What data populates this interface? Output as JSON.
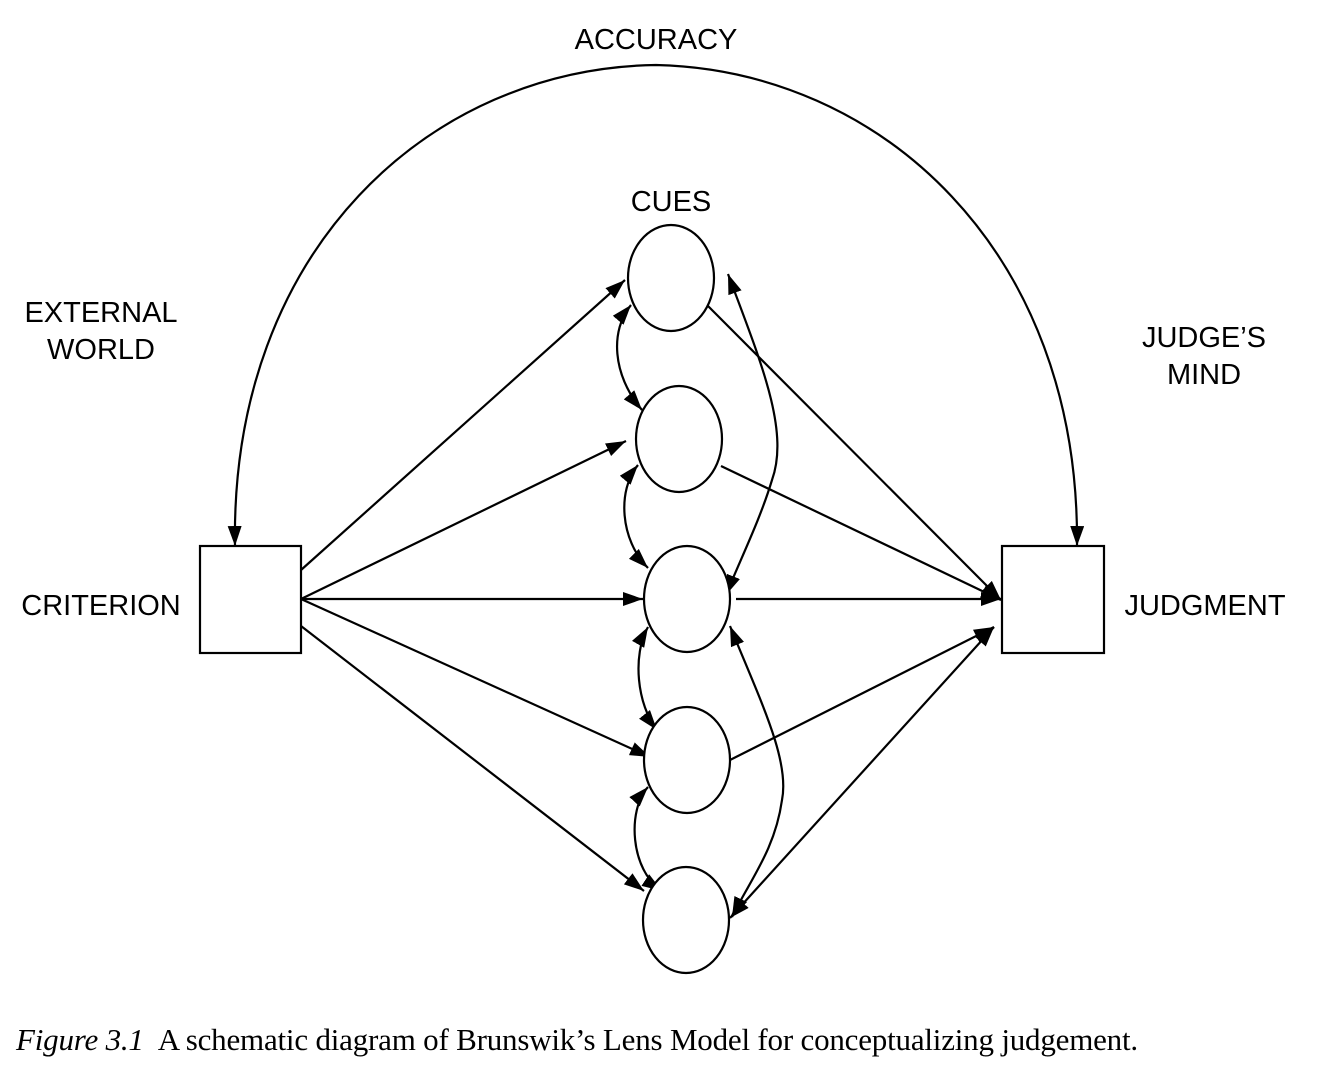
{
  "labels": {
    "accuracy": "ACCURACY",
    "cues": "CUES",
    "external_world_line1": "EXTERNAL",
    "external_world_line2": "WORLD",
    "judges_mind_line1": "JUDGE’S",
    "judges_mind_line2": "MIND",
    "criterion": "CRITERION",
    "judgment": "JUDGMENT"
  },
  "nodes": {
    "criterion": {
      "type": "box",
      "label": "CRITERION"
    },
    "judgment": {
      "type": "box",
      "label": "JUDGMENT"
    },
    "cues": [
      "cue-1",
      "cue-2",
      "cue-3",
      "cue-4",
      "cue-5"
    ]
  },
  "edges": [
    {
      "from": "criterion",
      "to": "cue-1",
      "arrow": "end"
    },
    {
      "from": "criterion",
      "to": "cue-2",
      "arrow": "end"
    },
    {
      "from": "criterion",
      "to": "cue-3",
      "arrow": "end"
    },
    {
      "from": "criterion",
      "to": "cue-4",
      "arrow": "end"
    },
    {
      "from": "criterion",
      "to": "cue-5",
      "arrow": "end"
    },
    {
      "from": "cue-1",
      "to": "judgment",
      "arrow": "end"
    },
    {
      "from": "cue-2",
      "to": "judgment",
      "arrow": "end"
    },
    {
      "from": "cue-3",
      "to": "judgment",
      "arrow": "end"
    },
    {
      "from": "cue-4",
      "to": "judgment",
      "arrow": "end"
    },
    {
      "from": "cue-5",
      "to": "judgment",
      "arrow": "both"
    },
    {
      "from": "cue-1",
      "to": "cue-2",
      "arrow": "both"
    },
    {
      "from": "cue-2",
      "to": "cue-3",
      "arrow": "both"
    },
    {
      "from": "cue-3",
      "to": "cue-4",
      "arrow": "both"
    },
    {
      "from": "cue-4",
      "to": "cue-5",
      "arrow": "both"
    },
    {
      "from": "cue-1",
      "to": "cue-3",
      "arrow": "both"
    },
    {
      "from": "cue-3",
      "to": "cue-5",
      "arrow": "both"
    },
    {
      "from": "judgment",
      "to": "criterion",
      "arrow": "both",
      "label": "ACCURACY"
    }
  ],
  "caption": {
    "figure_label": "Figure 3.1",
    "text": "A schematic diagram of Brunswik’s Lens Model for conceptualizing judgement."
  }
}
